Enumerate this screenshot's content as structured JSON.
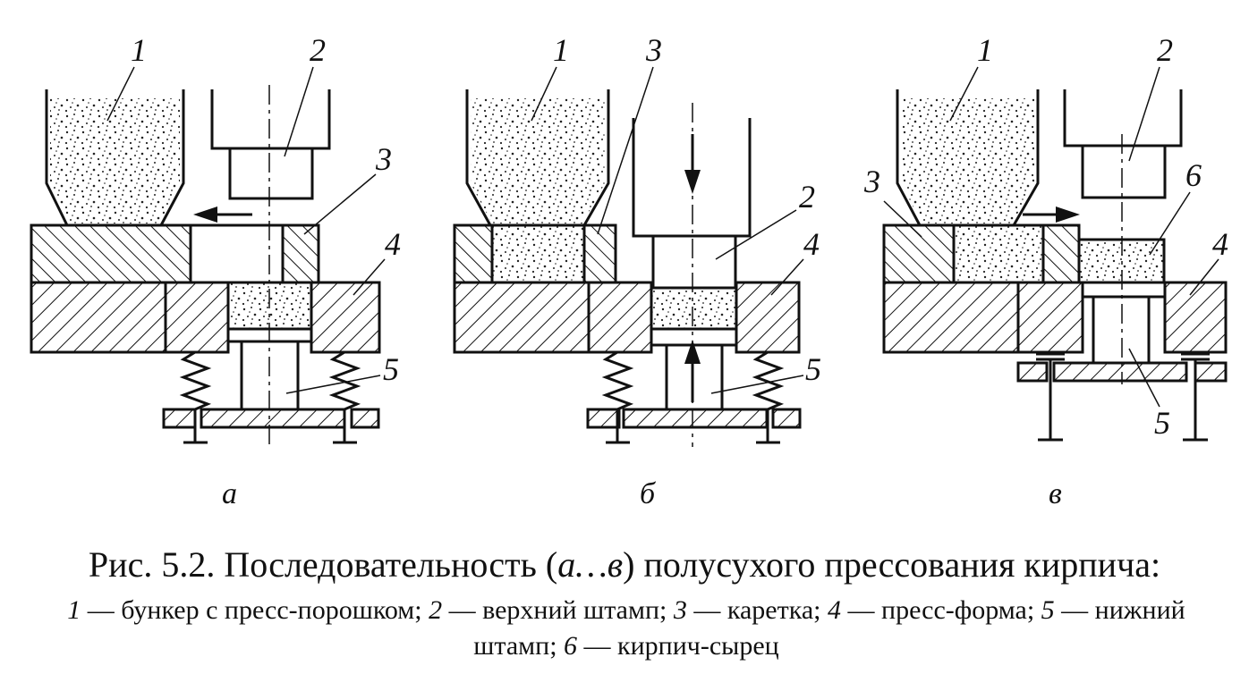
{
  "labels": {
    "n1": "1",
    "n2": "2",
    "n3": "3",
    "n4": "4",
    "n5": "5",
    "n6": "6"
  },
  "sublabels": {
    "a": "а",
    "b": "б",
    "c": "в"
  },
  "caption": {
    "prefix": "Рис. 5.2. Последовательность (",
    "range_italic": "а…в",
    "suffix": ") полусухого прессования кирпича:"
  },
  "legend": [
    {
      "num": "1",
      "text": " — бункер с пресс-порошком; "
    },
    {
      "num": "2",
      "text": " — верхний штамп; "
    },
    {
      "num": "3",
      "text": " — каретка; "
    },
    {
      "num": "4",
      "text": " — пресс-форма; "
    },
    {
      "num": "5",
      "text": " — нижний штамп; "
    },
    {
      "num": "6",
      "text": " — кирпич-сырец"
    }
  ]
}
